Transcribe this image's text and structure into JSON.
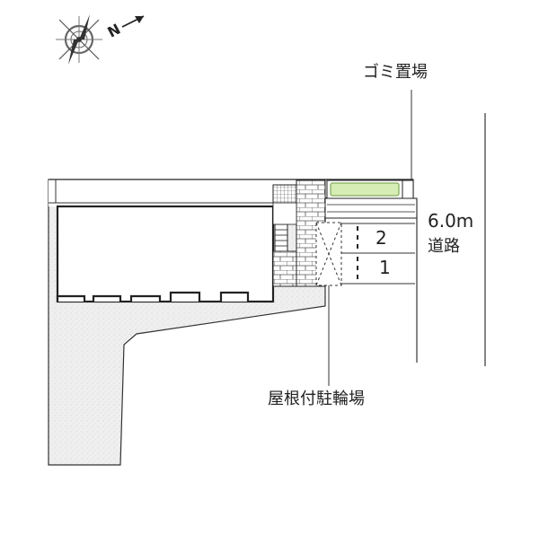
{
  "compass": {
    "north_label": "N",
    "icon": "compass-rose-icon"
  },
  "labels": {
    "garbage_area": "ゴミ置場",
    "road_width": "6.0m",
    "road": "道路",
    "bicycle_parking": "屋根付駐輪場"
  },
  "parking_slots": [
    "2",
    "1"
  ],
  "colors": {
    "line": "#222222",
    "ground_fill": "#eeeeee",
    "brick_fill": "#ffffff",
    "greenery_fill": "#d6edb5",
    "greenery_stroke": "#6a9a3a"
  }
}
